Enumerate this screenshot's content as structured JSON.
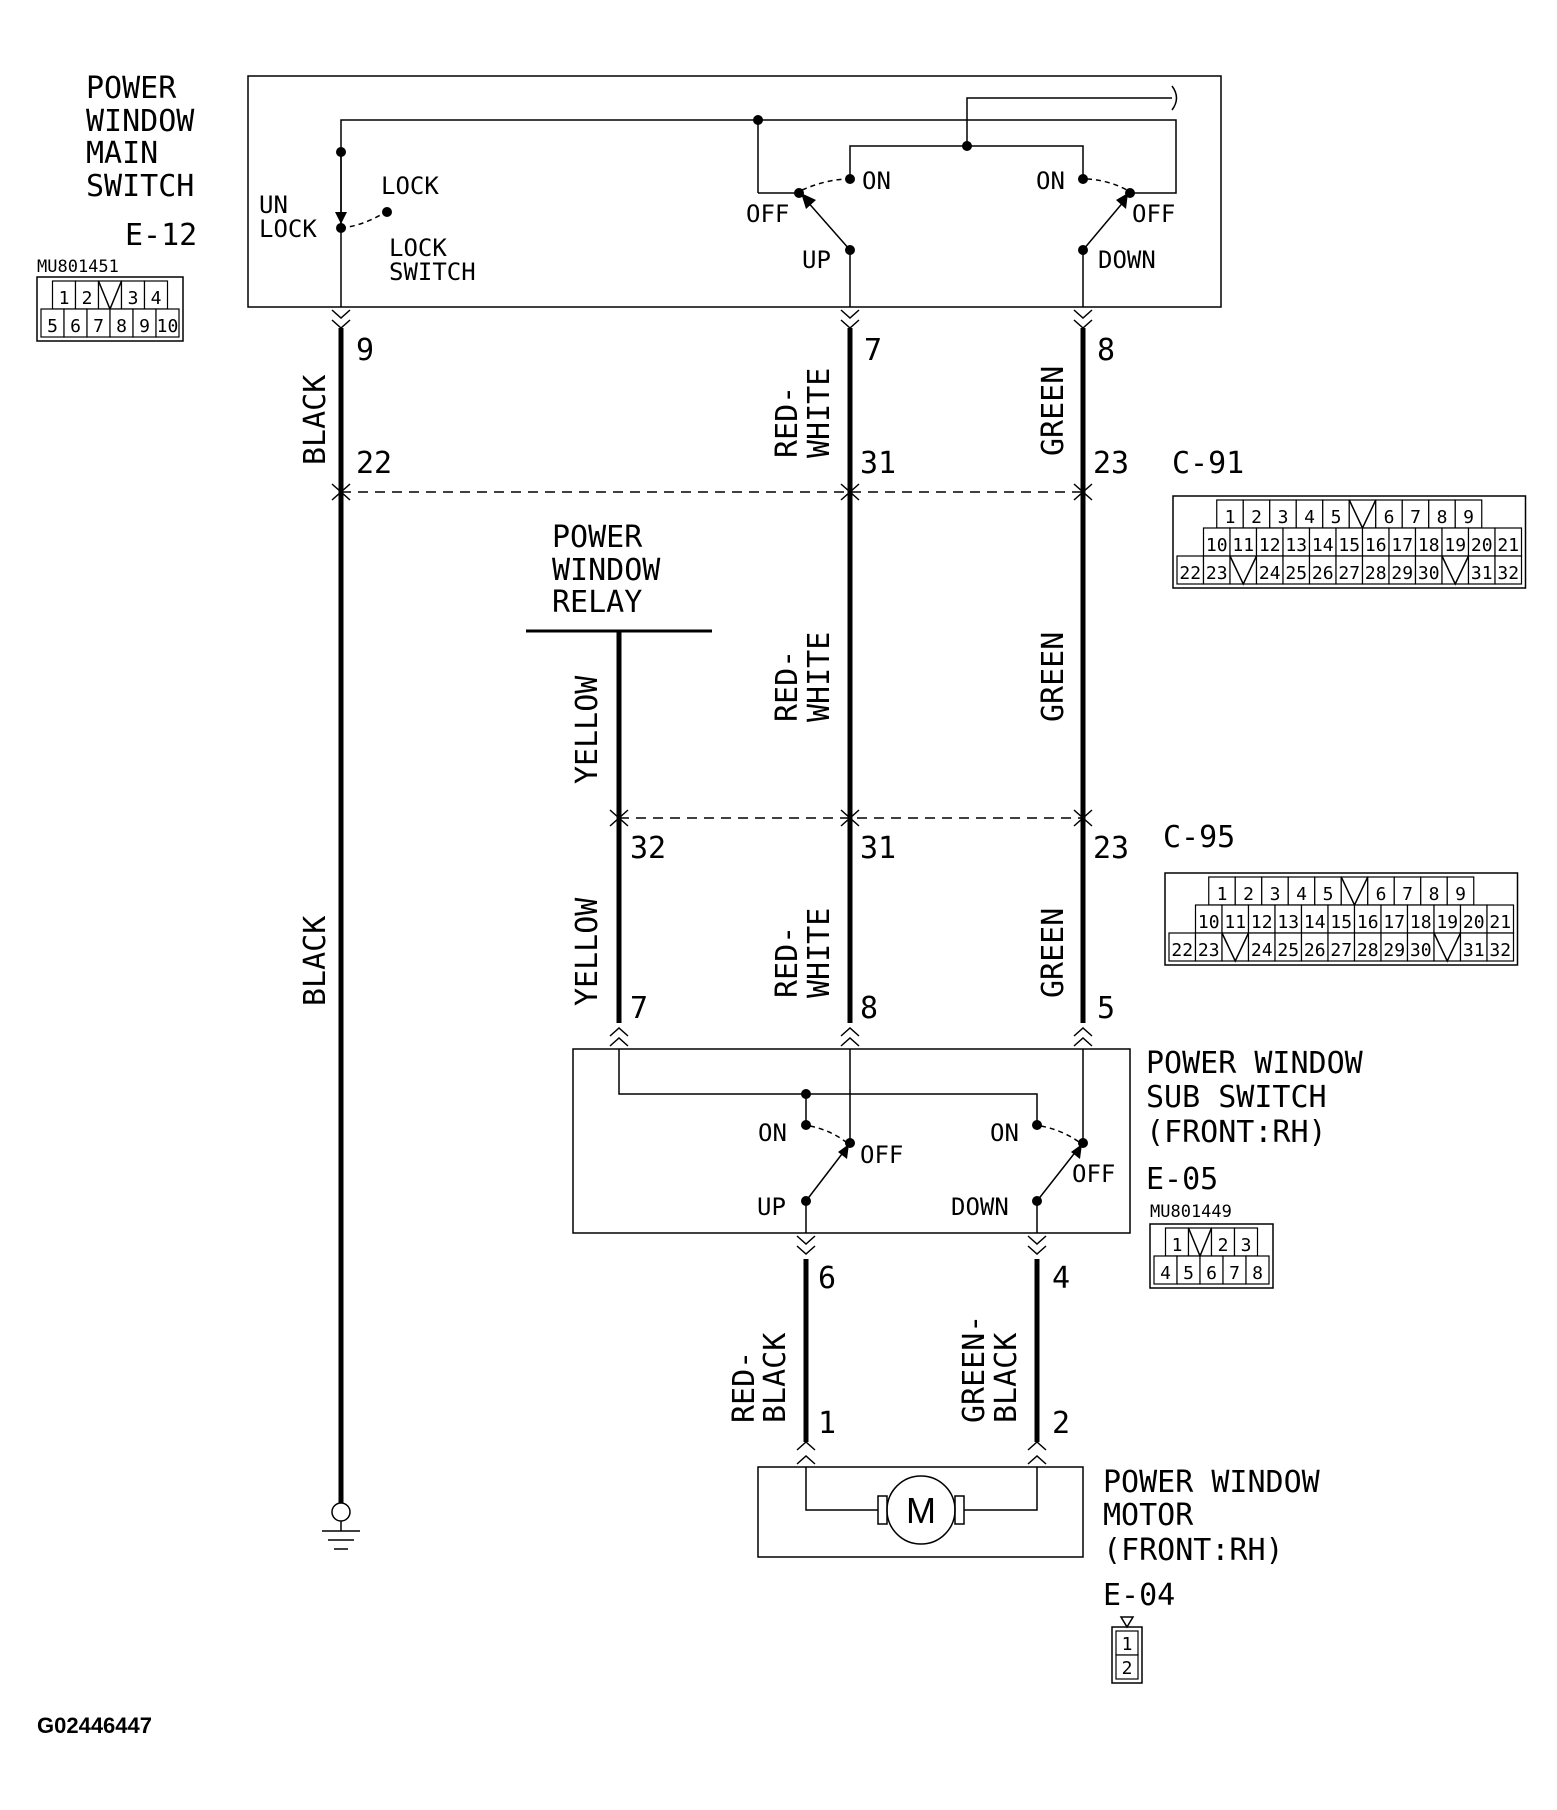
{
  "components": {
    "main_switch": {
      "name": [
        "POWER",
        "WINDOW",
        "MAIN",
        "SWITCH"
      ],
      "code": "E-12",
      "part_no": "MU801451"
    },
    "relay": {
      "name": [
        "POWER",
        "WINDOW",
        "RELAY"
      ]
    },
    "sub_switch": {
      "name": [
        "POWER WINDOW",
        "SUB SWITCH",
        "(FRONT:RH)"
      ],
      "code": "E-05",
      "part_no": "MU801449"
    },
    "motor": {
      "name": [
        "POWER WINDOW",
        "MOTOR",
        "(FRONT:RH)"
      ],
      "code": "E-04",
      "symbol": "M"
    }
  },
  "switch_labels": {
    "lock_switch": [
      "LOCK",
      "SWITCH"
    ],
    "unlock": [
      "UN",
      "LOCK"
    ],
    "lock": "LOCK",
    "on": "ON",
    "off": "OFF",
    "up": "UP",
    "down": "DOWN"
  },
  "connectors": {
    "c91": {
      "code": "C-91"
    },
    "c95": {
      "code": "C-95"
    }
  },
  "connector_faces": {
    "e12": {
      "rows": [
        [
          "1",
          "2",
          "",
          "3",
          "4"
        ],
        [
          "5",
          "6",
          "7",
          "8",
          "9",
          "10"
        ]
      ]
    },
    "c91": {
      "rows": [
        [
          "1",
          "2",
          "3",
          "4",
          "5",
          "",
          "6",
          "7",
          "8",
          "9"
        ],
        [
          "10",
          "11",
          "12",
          "13",
          "14",
          "15",
          "16",
          "17",
          "18",
          "19",
          "20",
          "21"
        ],
        [
          "22",
          "23",
          "",
          "24",
          "25",
          "26",
          "27",
          "28",
          "29",
          "30",
          "",
          "31",
          "32"
        ]
      ]
    },
    "c95": {
      "rows": [
        [
          "1",
          "2",
          "3",
          "4",
          "5",
          "",
          "6",
          "7",
          "8",
          "9"
        ],
        [
          "10",
          "11",
          "12",
          "13",
          "14",
          "15",
          "16",
          "17",
          "18",
          "19",
          "20",
          "21"
        ],
        [
          "22",
          "23",
          "",
          "24",
          "25",
          "26",
          "27",
          "28",
          "29",
          "30",
          "",
          "31",
          "32"
        ]
      ]
    },
    "e05": {
      "rows": [
        [
          "1",
          "",
          "2",
          "3"
        ],
        [
          "4",
          "5",
          "6",
          "7",
          "8"
        ]
      ]
    },
    "e04": {
      "rows": [
        [
          "1"
        ],
        [
          "2"
        ]
      ]
    }
  },
  "wire_colors": {
    "black": "BLACK",
    "red_white": [
      "RED-",
      "WHITE"
    ],
    "green": "GREEN",
    "yellow": "YELLOW",
    "red_black": [
      "RED-",
      "BLACK"
    ],
    "green_black": [
      "GREEN-",
      "BLACK"
    ]
  },
  "pins": {
    "black_e12": "9",
    "black_c91": "22",
    "rw_e12": "7",
    "rw_c91": "31",
    "rw_c95": "31",
    "rw_e05": "8",
    "gr_e12": "8",
    "gr_c91": "23",
    "gr_c95": "23",
    "gr_e05": "5",
    "ye_c95": "32",
    "ye_e05": "7",
    "rb_e05": "6",
    "rb_e04": "1",
    "gb_e05": "4",
    "gb_e04": "2"
  },
  "figure_id": "G02446447"
}
